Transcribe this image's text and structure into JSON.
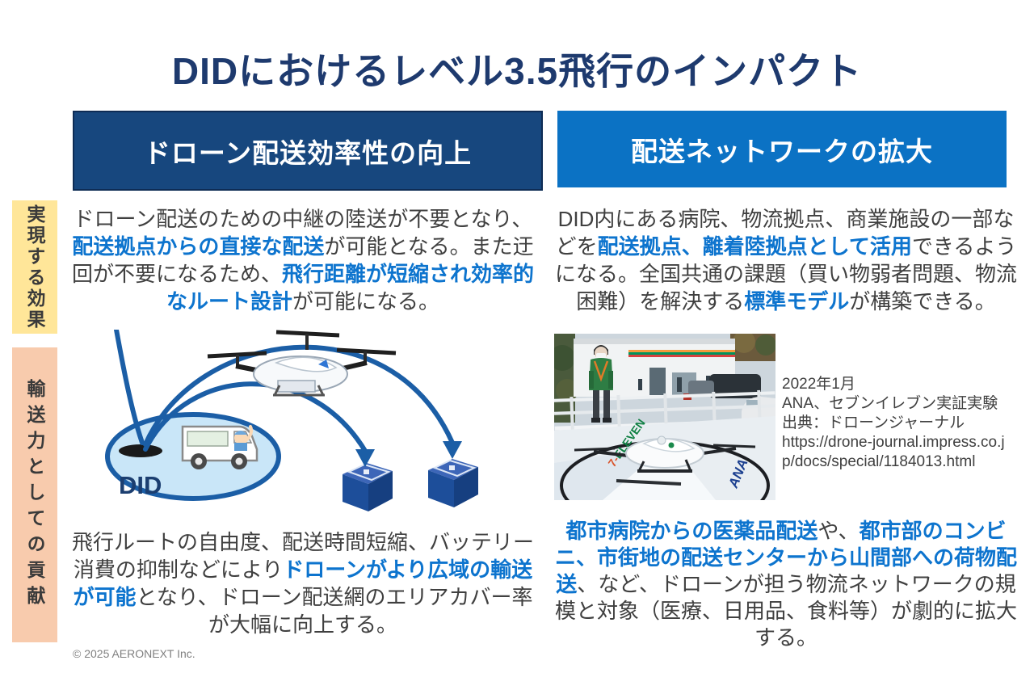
{
  "slide": {
    "title": "DIDにおけるレベル3.5飛行のインパクト",
    "copyright": "© 2025 AERONEXT Inc."
  },
  "row_labels": {
    "effect": "実現する効果",
    "contribution": "輸送力としての貢献"
  },
  "columns": {
    "left": {
      "header": "ドローン配送効率性の向上",
      "effect_paragraph": [
        {
          "t": "ドローン配送のための中継の陸送が不要となり、"
        },
        {
          "t": "配送拠点からの直接な配送",
          "b": true
        },
        {
          "t": "が可能となる。また迂回が不要になるため、"
        },
        {
          "t": "飛行距離が短縮され効率的なルート設計",
          "b": true
        },
        {
          "t": "が可能になる。"
        }
      ],
      "contribution_paragraph": [
        {
          "t": "飛行ルートの自由度、配送時間短縮、バッテリー消費の抑制などにより"
        },
        {
          "t": "ドローンがより広域の輸送が可能",
          "b": true
        },
        {
          "t": "となり、ドローン配送網のエリアカバー率が大幅に向上する。"
        }
      ]
    },
    "right": {
      "header": "配送ネットワークの拡大",
      "effect_paragraph": [
        {
          "t": "DID内にある病院、物流拠点、商業施設の一部などを"
        },
        {
          "t": "配送拠点、離着陸拠点として活用",
          "b": true
        },
        {
          "t": "できるようになる。全国共通の課題（買い物弱者問題、物流困難）を解決する"
        },
        {
          "t": "標準モデル",
          "b": true
        },
        {
          "t": "が構築できる。"
        }
      ],
      "photo_caption": {
        "line1": "2022年1月",
        "line2": "ANA、セブンイレブン実証実験",
        "line3": "出典：ドローンジャーナル",
        "url": "https://drone-journal.impress.co.jp/docs/special/1184013.html"
      },
      "contribution_paragraph": [
        {
          "t": "都市病院からの医薬品配送",
          "b": true
        },
        {
          "t": "や、"
        },
        {
          "t": "都市部のコンビニ、市街地の配送センターから山間部への荷物配送",
          "b": true
        },
        {
          "t": "、など、ドローンが担う物流ネットワークの規模と対象（医療、日用品、食料等）が劇的に拡大する。"
        }
      ]
    }
  },
  "illustration": {
    "did_label": "DID"
  },
  "photo": {
    "pad_logo_left_prefix": "7-",
    "pad_logo_left_rest": "ELEVEN",
    "pad_logo_right": "ANA"
  },
  "colors": {
    "title_navy": "#1E3A6E",
    "header_left_bg": "#17477E",
    "header_right_bg": "#0B72C4",
    "highlight_blue": "#0D74CE",
    "label_yellow": "#FFE699",
    "label_orange": "#F8CBAD",
    "body_text": "#404040",
    "arrow_blue": "#1B5EA6",
    "did_ellipse_fill": "#C9E6F8"
  }
}
